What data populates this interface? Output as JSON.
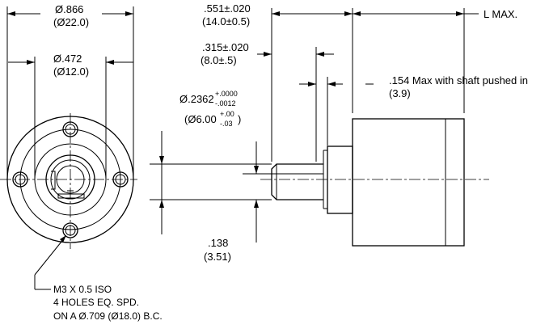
{
  "dimensions": {
    "outer_diameter": {
      "inch": "Ø.866",
      "mm": "(Ø22.0)"
    },
    "hub_diameter": {
      "inch": "Ø.472",
      "mm": "(Ø12.0)"
    },
    "hub_length": {
      "inch": ".551±.020",
      "mm": "(14.0±0.5)"
    },
    "length_max": "L MAX.",
    "shaft_length": {
      "inch": ".315±.020",
      "mm": "(8.0±.5)"
    },
    "shaft_travel": {
      "inch": ".154  Max with shaft pushed in",
      "mm": "(3.9)"
    },
    "shaft_diameter": {
      "inch": "Ø.2362",
      "inch_tol_upper": "+.0000",
      "inch_tol_lower": "-.0012",
      "mm": "(Ø6.00",
      "mm_tol_upper": "+.00",
      "mm_tol_lower": "-.03",
      "mm_close": ")"
    },
    "flat_depth": {
      "inch": ".138",
      "mm": "(3.51)"
    }
  },
  "mounting_note": {
    "line1": "M3 X 0.5 ISO",
    "line2": "4 HOLES EQ. SPD.",
    "line3": "ON A Ø.709 (Ø18.0) B.C."
  }
}
